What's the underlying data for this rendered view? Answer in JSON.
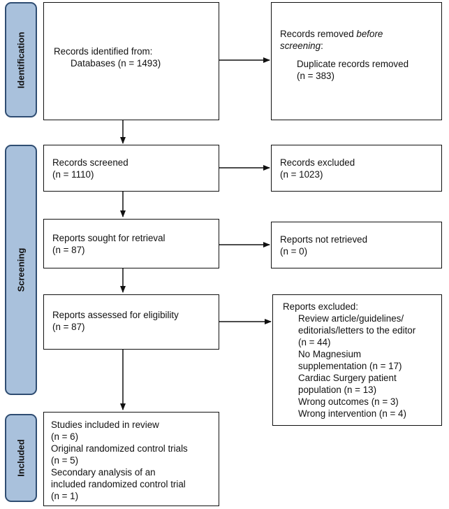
{
  "phases": {
    "identification": "Identification",
    "screening": "Screening",
    "included": "Included"
  },
  "boxes": {
    "identified": {
      "heading": "Records identified from:",
      "detail": "Databases (n = 1493)"
    },
    "removed": {
      "heading_pre": "Records removed ",
      "heading_em": "before",
      "heading_em2": "screening",
      "heading_post": ":",
      "detail_line1": "Duplicate records removed",
      "detail_line2": "(n = 383)"
    },
    "screened": {
      "line1": "Records screened",
      "line2": "(n = 1110)"
    },
    "excluded": {
      "line1": "Records excluded",
      "line2": "(n = 1023)"
    },
    "sought": {
      "line1": "Reports sought for retrieval",
      "line2": "(n = 87)"
    },
    "not_retrieved": {
      "line1": "Reports not retrieved",
      "line2": "(n = 0)"
    },
    "assessed": {
      "line1": "Reports assessed for eligibility",
      "line2": "(n = 87)"
    },
    "reports_excluded": {
      "heading": "Reports excluded:",
      "lines": [
        "Review article/guidelines/",
        "editorials/letters to the editor",
        "(n = 44)",
        "No Magnesium",
        "supplementation (n = 17)",
        "Cardiac Surgery patient",
        "population (n = 13)",
        "Wrong outcomes (n = 3)",
        "Wrong intervention (n = 4)"
      ]
    },
    "included": {
      "lines": [
        "Studies included in review",
        "(n = 6)",
        "Original randomized control trials",
        "(n = 5)",
        "Secondary analysis of an",
        "included randomized control trial",
        "(n = 1)"
      ]
    }
  }
}
